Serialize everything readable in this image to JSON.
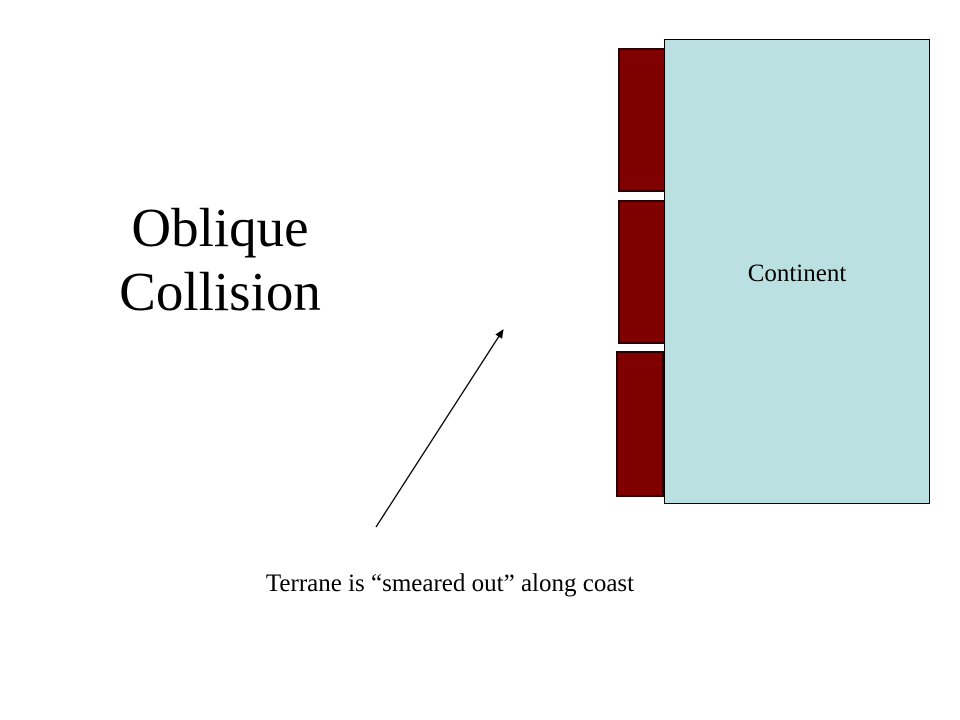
{
  "title": {
    "line1": "Oblique",
    "line2": "Collision"
  },
  "continent": {
    "label": "Continent",
    "color": "#bae0e2"
  },
  "terrane": {
    "color": "#800000",
    "blocks": 3
  },
  "caption": "Terrane is “smeared out” along coast"
}
